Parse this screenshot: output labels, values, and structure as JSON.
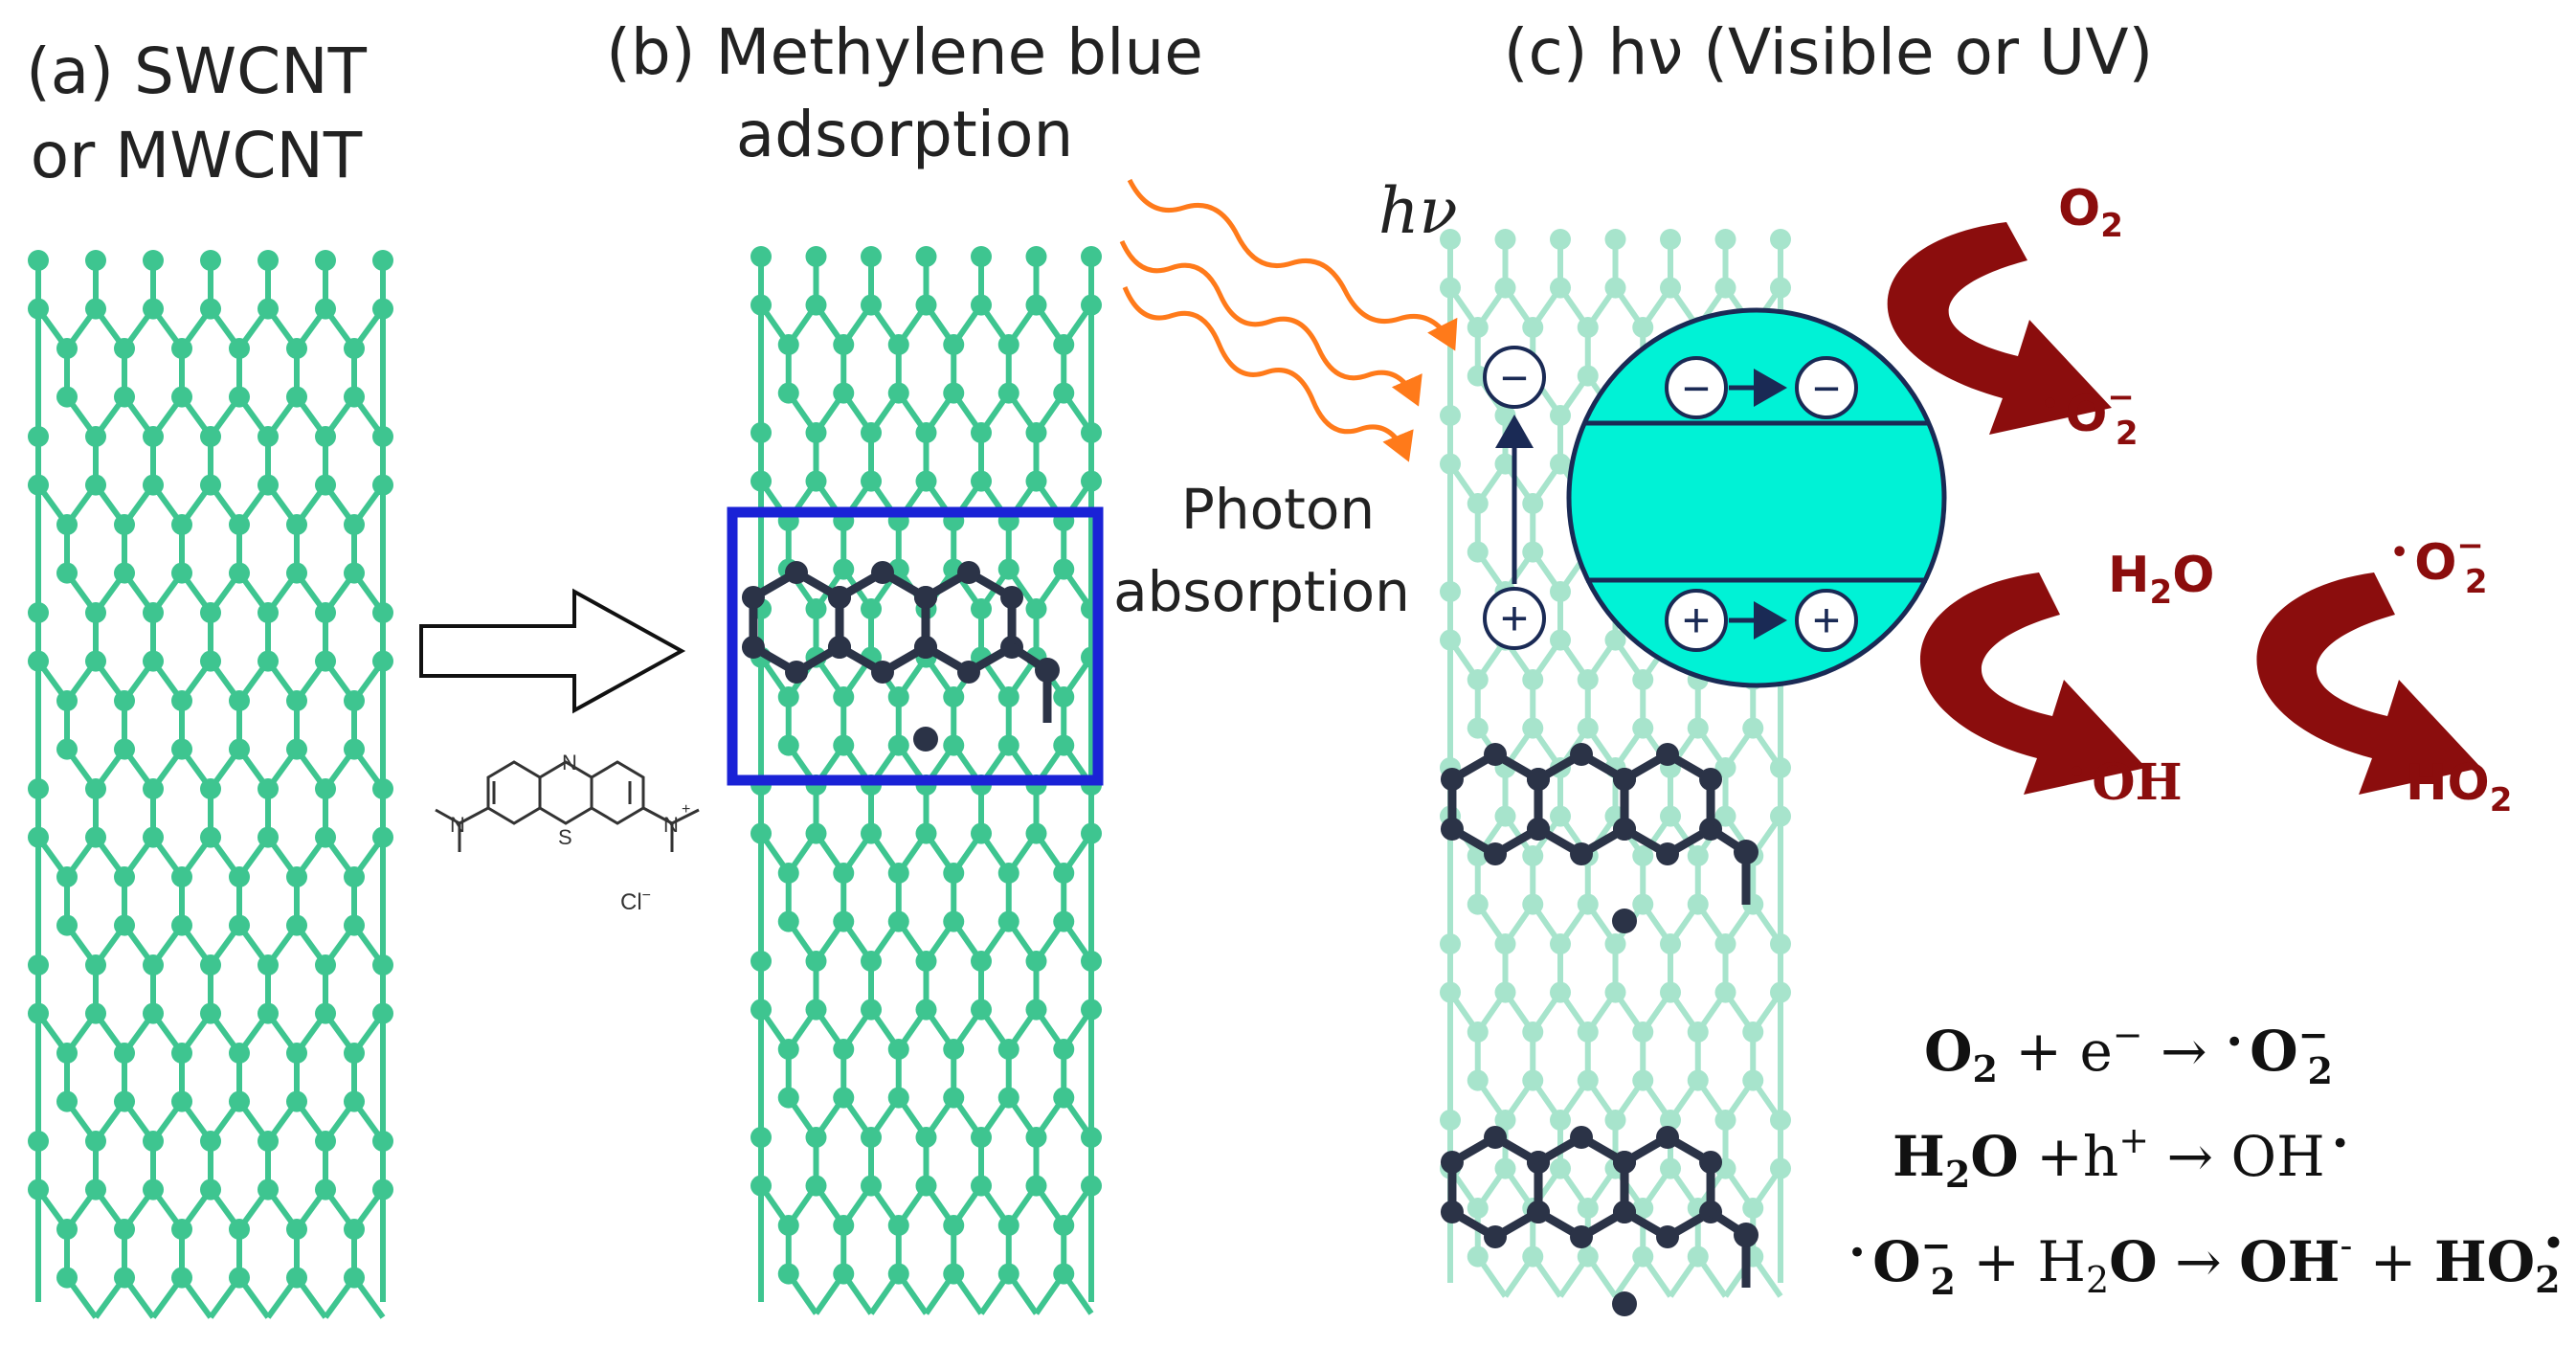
{
  "panels": {
    "a": {
      "line1": "(a) SWCNT",
      "line2": "or MWCNT"
    },
    "b": {
      "line1": "(b) Methylene blue",
      "line2": "adsorption"
    },
    "c": {
      "title": "(c) hν (Visible or UV)"
    }
  },
  "labels": {
    "hv": "hν",
    "photon_line1": "Photon",
    "photon_line2": "absorption",
    "mb_counter_ion": "Cl",
    "mb_counter_charge": "−"
  },
  "species": {
    "o2": "O",
    "o2_sub": "2",
    "superoxide_dot": "•",
    "superoxide": "O",
    "superoxide_sub": "2",
    "superoxide_sup": "−",
    "h2o": "H",
    "h2o_sub": "2",
    "h2o_tail": "O",
    "oh_dot": "•",
    "oh": "OH",
    "superoxide2_dot": "•",
    "superoxide2": "O",
    "superoxide2_sub": "2",
    "superoxide2_sup": "−",
    "ho2": "HO",
    "ho2_sub": "2"
  },
  "charges": {
    "minus": "−",
    "plus": "+"
  },
  "equations": {
    "eq1": {
      "a": "O",
      "a_sub": "2",
      "b": " + e",
      "b_sup": "−",
      "arrow": " → ",
      "c_dot": "•",
      "c": "O",
      "c_sub": "2",
      "c_sup": "−"
    },
    "eq2": {
      "a": "H",
      "a_sub": "2",
      "a_tail": "O",
      "b": " +h",
      "b_sup": "+",
      "arrow": " → ",
      "c": "OH",
      "c_dot": "•"
    },
    "eq3": {
      "a_dot": "•",
      "a": "O",
      "a_sub": "2",
      "a_sup": "−",
      "b": " + H",
      "b_sub": "2",
      "b_tail": "O",
      "arrow": " → ",
      "c": "OH",
      "c_sup": "-",
      "plus": " + ",
      "d": "HO",
      "d_sub": "2",
      "d_dot": "•"
    }
  },
  "colors": {
    "tube": "#3ec590",
    "tube_pale": "#b2e6cf",
    "molecule": "#2b3347",
    "highlight_box": "#1a22d6",
    "photon": "#ff7a1a",
    "band_sphere": "#00f2d6",
    "band_outline": "#1a2a55",
    "reaction": "#8b0d0d",
    "text": "#222222"
  }
}
